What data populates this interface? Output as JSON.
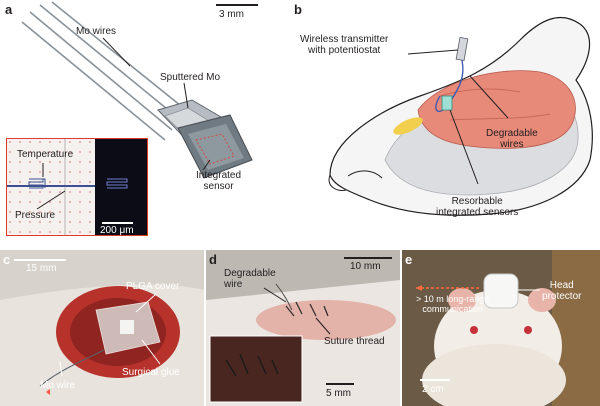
{
  "panel_a": {
    "label": "a",
    "scale_bar": "3 mm",
    "mo_wires": "Mo wires",
    "sputtered_mo": "Sputtered Mo",
    "integrated_sensor": "Integrated\nsensor",
    "inset": {
      "temperature": "Temperature",
      "pressure": "Pressure",
      "scale_bar": "200 μm"
    }
  },
  "panel_b": {
    "label": "b",
    "wireless_transmitter": "Wireless transmitter\nwith potentiostat",
    "degradable_wires": "Degradable\nwires",
    "resorbable_sensors": "Resorbable\nintegrated sensors"
  },
  "panel_c": {
    "label": "c",
    "scale_bar": "15 mm",
    "plga_cover": "PLGA cover",
    "surgical_glue": "Surgical glue",
    "mo_wire": "Mo wire"
  },
  "panel_d": {
    "label": "d",
    "scale_bar": "10 mm",
    "degradable_wire": "Degradable\nwire",
    "suture_thread": "Suture thread",
    "inset_scale_bar": "5 mm"
  },
  "panel_e": {
    "label": "e",
    "head_protector": "Head\nprotector",
    "long_range": "> 10 m long-range\ncommunication",
    "scale_bar": "2 cm"
  },
  "colors": {
    "brain": "#e88a7a",
    "skull": "#dcdde0",
    "tissue_red": "#b8322c",
    "fur": "#e9e3dd",
    "chip": "#7f8c96",
    "annotation_red": "#e23a2a"
  }
}
